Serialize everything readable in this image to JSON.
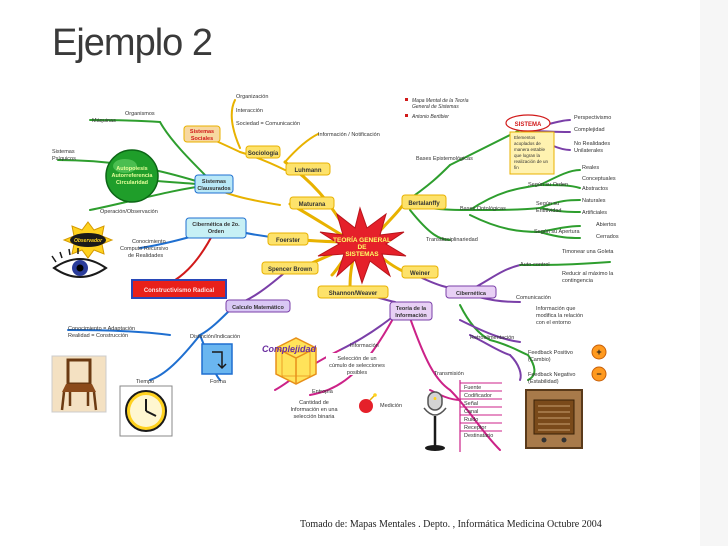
{
  "title": "Ejemplo 2",
  "caption": "Tomado de: Mapas Mentales . Depto. , Informática Medicina Octubre 2004",
  "colors": {
    "center": "#e5202a",
    "center_text": "#ffff66",
    "title": "#3a3a3a",
    "gold": "#e8b200",
    "green": "#2e9e2e",
    "purple": "#7a3fa8",
    "blue": "#1f6fd0",
    "red": "#d11a1a",
    "magenta": "#cc2288"
  },
  "center": {
    "line1": "TEORÍA GENERAL",
    "line2": "DE",
    "line3": "SISTEMAS"
  },
  "legend": {
    "item1_line1": "Mapa Mental de la Teoría",
    "item1_line2": "General de Sistemas",
    "item2": "Antonio Bertibier"
  },
  "nodes": {
    "bertalanffy": "Bertalanffy",
    "weiner": "Weiner",
    "shannon": "Shannon/Weaver",
    "spencer": "Spencer Brown",
    "foerster": "Foerster",
    "maturana": "Maturana",
    "luhmann": "Luhmann",
    "sociologia": "Sociología",
    "organizacion": "Organización",
    "interaccion": "Interacción",
    "sociedad": "Sociedad = Comunicación",
    "info_notif": "Información / Notificación",
    "sist_soc_1": "Sistemas",
    "sist_soc_2": "Sociales",
    "organismos": "Organismos",
    "maquinas": "Máquinas",
    "psiquicos_1": "Sistemas",
    "psiquicos_2": "Psíquicos",
    "autopoiesis_1": "Autopoiesis",
    "autopoiesis_2": "Autorreferencia",
    "autopoiesis_3": "Circularidad",
    "sist_cerr_1": "Sistemas",
    "sist_cerr_2": "Clausurados",
    "operacion": "Operación/Observación",
    "ciber2_1": "Cibernética de 2o.",
    "ciber2_2": "Orden",
    "conoc_1": "Conocimiento",
    "conoc_2": "Computo Recursivo",
    "conoc_3": "de Realidades",
    "observador": "Observador",
    "constructivismo": "Constructivismo Radical",
    "conoc_adapt_1": "Conocimiento = Adaptación",
    "conoc_adapt_2": "Realidad = Construcción",
    "calculo": "Calculo Matemático",
    "distincion": "Distinción/Indicación",
    "tiempo": "Tiempo",
    "forma": "Forma",
    "complejidad": "Complejidad",
    "teoria_info_1": "Teoría de la",
    "teoria_info_2": "Información",
    "informacion": "Información",
    "seleccion_1": "Selección de un",
    "seleccion_2": "cúmulo de selecciones",
    "seleccion_3": "posibles",
    "entropia": "Entropía",
    "cantidad_1": "Cantidad de",
    "cantidad_2": "Información en una",
    "cantidad_3": "selección binaria",
    "medicion": "Medición",
    "transmision": "Transmisión",
    "t_fuente": "Fuente",
    "t_codificador": "Codificador",
    "t_senal": "Señal",
    "t_canal": "Canal",
    "t_ruido": "Ruido",
    "t_receptor": "Receptor",
    "t_destinatario": "Destinatario",
    "cibernetica": "Cibernética",
    "autocontrol": "Auto-control",
    "timonear": "Timonear una Goleta",
    "reducir_1": "Reducir al máximo la",
    "reducir_2": "contingencia",
    "comunicacion": "Comunicación",
    "info_mod_1": "Información que",
    "info_mod_2": "modifica la relación",
    "info_mod_3": "con el entorno",
    "retro": "Retroalimentación",
    "fb_pos_1": "Feedback Positivo",
    "fb_pos_2": "(Cambio)",
    "fb_neg_1": "Feedback Negativo",
    "fb_neg_2": "(Estabilidad)",
    "transdisc": "Transdisciplinariedad",
    "bases_epist": "Bases Epistemológicas",
    "bases_ont": "Bases Ontológicas",
    "sistema": "SISTEMA",
    "elementos_1": "Elementos",
    "elementos_2": "acoplados de",
    "elementos_3": "manera estable",
    "elementos_4": "que logran la",
    "elementos_5": "realización de un",
    "elementos_6": "fin",
    "perspectivismo": "Perspectivismo",
    "complejidad2": "Complejidad",
    "no_real_1": "No Realidades",
    "no_real_2": "Unilaterales",
    "segun_orden": "Según su Orden",
    "reales": "Reales",
    "conceptuales": "Conceptuales",
    "abstractos": "Abstractos",
    "segun_ent_1": "Según su",
    "segun_ent_2": "Entitividad",
    "naturales": "Naturales",
    "artificiales": "Artificiales",
    "segun_apertura": "Según su Apertura",
    "abiertos": "Abiertos",
    "cerrados": "Cerrados",
    "plus_sign": "+",
    "minus_sign": "−"
  }
}
